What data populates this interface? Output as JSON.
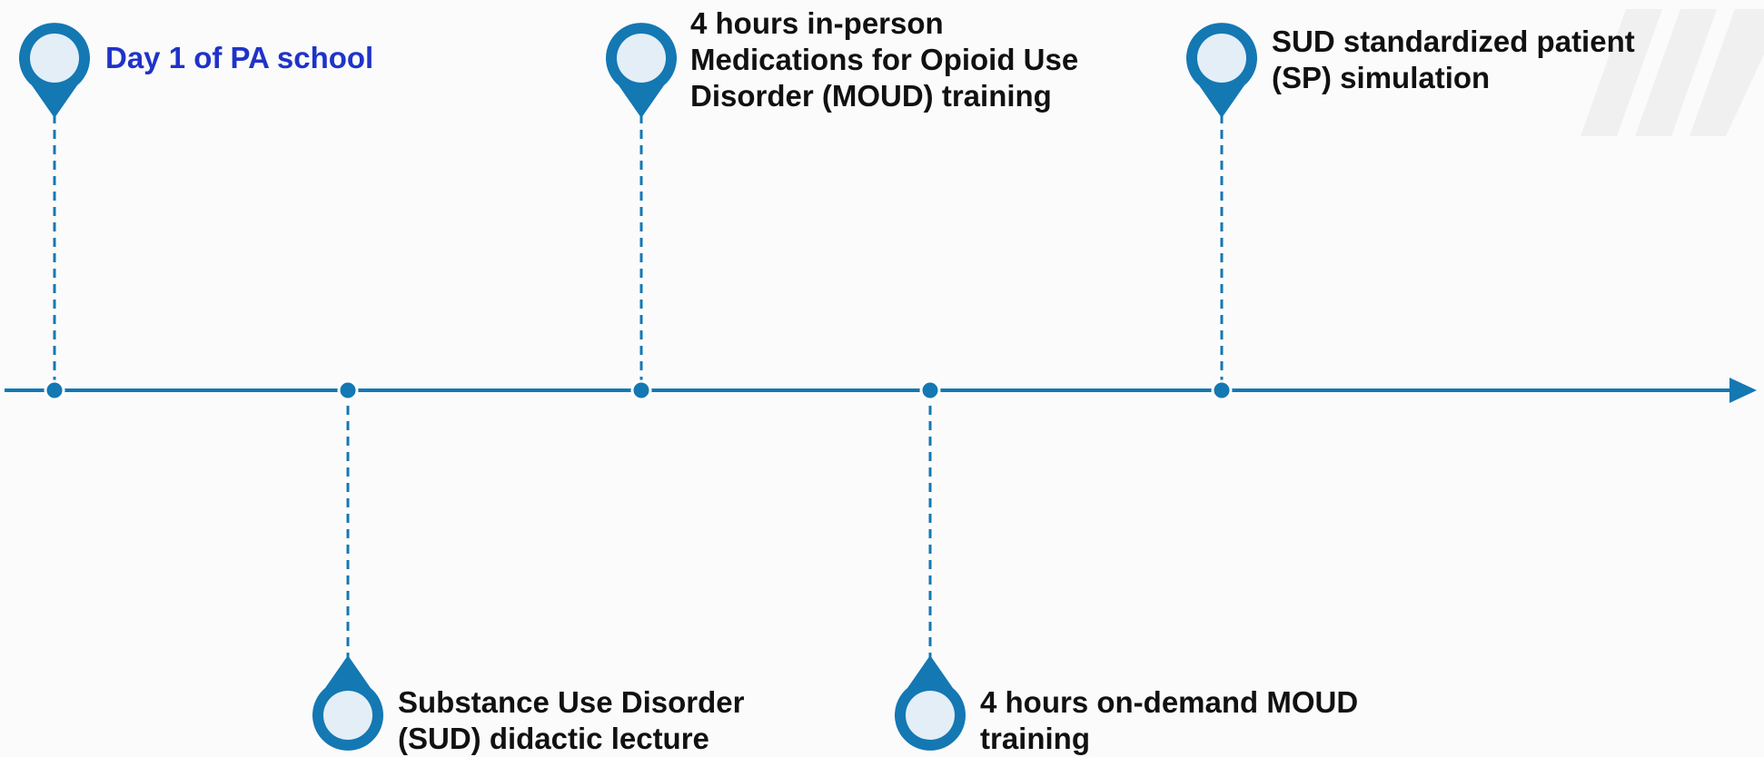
{
  "colors": {
    "line": "#1478b3",
    "pin_inner": "#e3eef7",
    "accent_text": "#1f33c8",
    "text": "#111111"
  },
  "milestones": [
    {
      "order": 1,
      "side": "above",
      "lines": [
        "Day 1 of PA school"
      ],
      "accent": true
    },
    {
      "order": 2,
      "side": "below",
      "lines": [
        "Substance Use Disorder",
        "(SUD) didactic lecture"
      ],
      "accent": false
    },
    {
      "order": 3,
      "side": "above",
      "lines": [
        "4 hours in-person",
        "Medications for Opioid Use",
        "Disorder (MOUD) training"
      ],
      "accent": false
    },
    {
      "order": 4,
      "side": "below",
      "lines": [
        "4 hours on-demand MOUD",
        "training"
      ],
      "accent": false
    },
    {
      "order": 5,
      "side": "above",
      "lines": [
        "SUD standardized patient",
        "(SP) simulation"
      ],
      "accent": false
    }
  ]
}
